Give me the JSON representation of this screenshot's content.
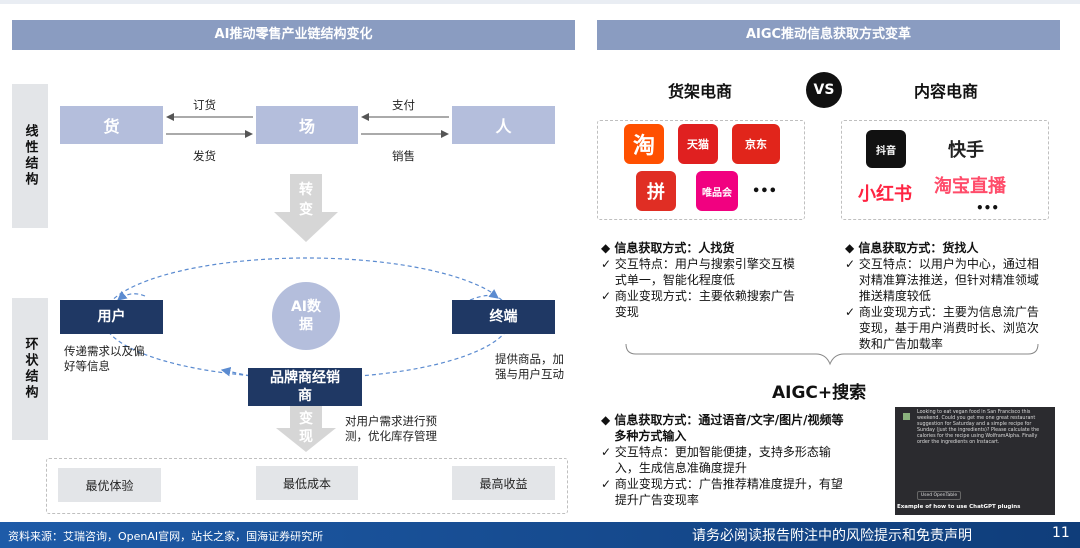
{
  "left_panel": {
    "title": "AI推动零售产业链结构变化",
    "linear_label": "线性结构",
    "ring_label": "环状结构",
    "boxes": {
      "goods": "货",
      "field": "场",
      "people": "人"
    },
    "arrows": {
      "order": "订货",
      "ship": "发货",
      "pay": "支付",
      "sell": "销售"
    },
    "transform_top": "转变",
    "transform_bottom": "变现",
    "ai_circle": "AI数据",
    "user_box": "用户",
    "terminal_box": "终端",
    "brand_box": "品牌商经销商",
    "user_desc": "传递需求以及偏好等信息",
    "terminal_desc": "提供商品，加强与用户互动",
    "brand_desc": "对用户需求进行预测，优化库存管理",
    "outcomes": [
      "最优体验",
      "最低成本",
      "最高收益"
    ]
  },
  "right_panel": {
    "title": "AIGC推动信息获取方式变革",
    "left_title": "货架电商",
    "vs": "VS",
    "right_title": "内容电商",
    "shelf_logos": [
      "淘",
      "天猫",
      "京东",
      "拼",
      "唯品会",
      "•••"
    ],
    "content_logos": [
      "抖音",
      "快手",
      "小红书",
      "淘宝直播",
      "•••"
    ],
    "shelf_bullets": {
      "head": "信息获取方式：人找货",
      "items": [
        "交互特点：用户与搜索引擎交互模式单一，智能化程度低",
        "商业变现方式：主要依赖搜索广告变现"
      ]
    },
    "content_bullets": {
      "head": "信息获取方式：货找人",
      "items": [
        "交互特点：以用户为中心，通过相对精准算法推送，但针对精准领域推送精度较低",
        "商业变现方式：主要为信息流广告变现，基于用户消费时长、浏览次数和广告加载率"
      ]
    },
    "aigc_title": "AIGC+搜索",
    "aigc_bullets": {
      "head": "信息获取方式：通过语音/文字/图片/视频等多种方式输入",
      "items": [
        "交互特点：更加智能便捷，支持多形态输入，生成信息准确度提升",
        "商业变现方式：广告推荐精准度提升，有望提升广告变现率"
      ]
    },
    "screenshot_text": "Looking to eat vegan food in San Francisco this weekend. Could you get me one great restaurant suggestion for Saturday and a simple recipe for Sunday (just the ingredients)? Please calculate the calories for the recipe using WolframAlpha. Finally order the ingredients on Instacart.",
    "screenshot_caption": "Example of how to use ChatGPT plugins",
    "screenshot_button": "Used OpenTable"
  },
  "footer": {
    "source": "资料来源：艾瑞咨询，OpenAI官网，站长之家，国海证券研究所",
    "disclaimer": "请务必阅读报告附注中的风险提示和免责声明",
    "page": "11"
  }
}
